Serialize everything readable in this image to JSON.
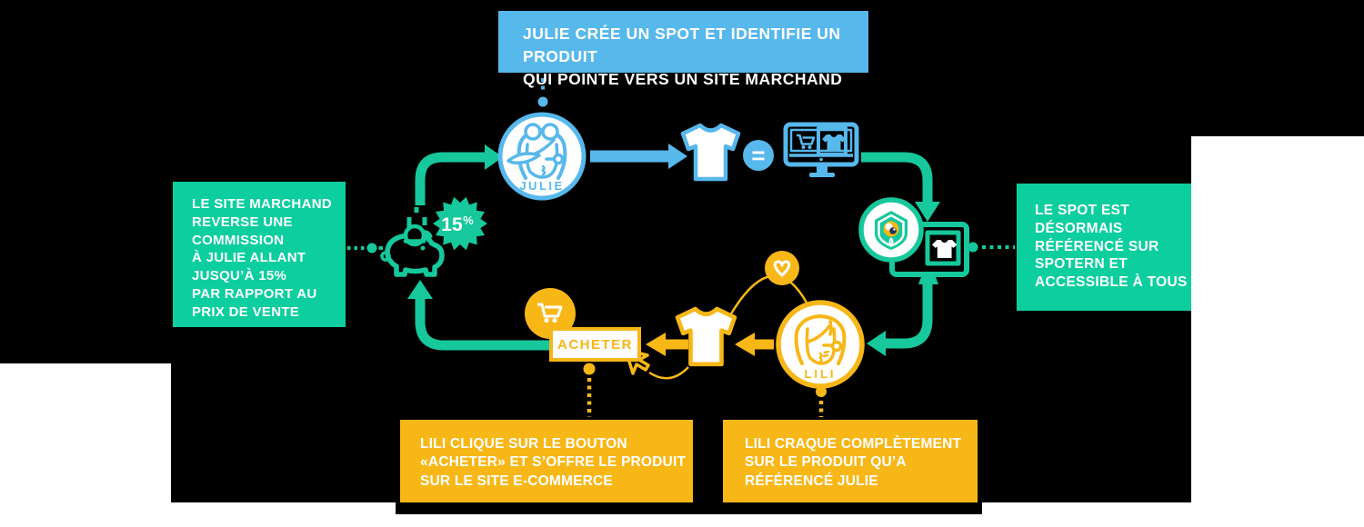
{
  "colors": {
    "blue": "#57b8ec",
    "green_box": "#0cce9e",
    "green_line": "#16c89c",
    "yellow": "#f7b717",
    "white": "#ffffff",
    "background": "#000000",
    "pupil": "#23355c"
  },
  "callouts": {
    "julie_spot": "JULIE CRÉE UN SPOT ET IDENTIFIE UN PRODUIT\nQUI POINTE VERS UN SITE MARCHAND",
    "commission": "LE SITE MARCHAND\nREVERSE UNE\nCOMMISSION\nÀ JULIE ALLANT\nJUSQU’À 15%\nPAR RAPPORT AU\nPRIX DE VENTE",
    "spot_referenced": "LE SPOT EST\nDÉSORMAIS\nRÉFÉRENCÉ SUR\nSPOTERN ET\nACCESSIBLE À TOUS",
    "lili_buys": "LILI CLIQUE SUR LE BOUTON\n«ACHETER» ET S’OFFRE LE PRODUIT\nSUR LE SITE E-COMMERCE",
    "lili_loves": "LILI CRAQUE COMPLÈTEMENT\nSUR LE PRODUIT QU’A\nRÉFÉRENCÉ JULIE"
  },
  "actors": {
    "julie": "JULIE",
    "lili": "LILI"
  },
  "buy_button_label": "ACHETER",
  "commission_badge": {
    "value": "15",
    "unit": "%"
  },
  "equals_sign": "=",
  "icons": {
    "julie_avatar": "female-face-with-sunglasses",
    "lili_avatar": "female-face",
    "tshirt": "t-shirt",
    "merchant_monitor": "computer-with-cart-and-product",
    "spotern_badge": "shield-with-eye",
    "spotern_monitor": "computer-with-product",
    "piggy_bank": "piggy-bank-with-coin",
    "heart": "heart-in-circle",
    "cart": "shopping-cart-in-circle",
    "cursor": "mouse-pointer",
    "commission_starburst": "starburst-badge"
  }
}
